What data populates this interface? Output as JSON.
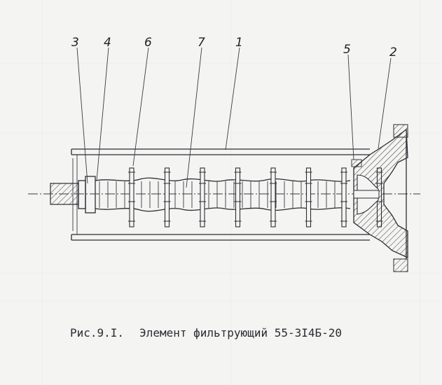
{
  "callouts": [
    "1",
    "2",
    "3",
    "4",
    "5",
    "6",
    "7"
  ],
  "caption": {
    "figure": "Рис.9.I.",
    "title": "Элемент фильтрующий 55-3I4Б-20"
  },
  "colors": {
    "ink": "#2c2c34",
    "paper": "#f4f4f2"
  },
  "filter_disks_count": 8
}
